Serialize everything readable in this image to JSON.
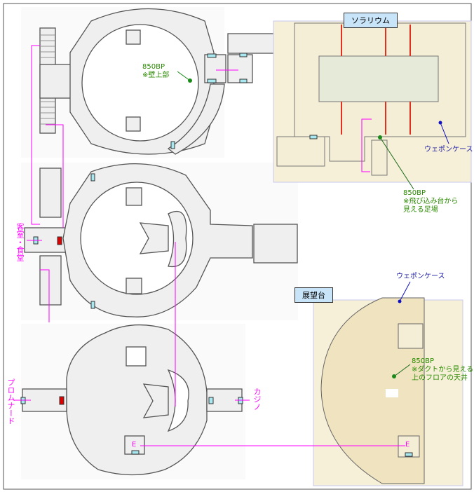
{
  "areas": {
    "solarium": "ソラリウム",
    "observation": "展望台"
  },
  "exits": {
    "guest_rooms": "客室・食堂",
    "promenade": "プロムナード",
    "casino": "カジノ"
  },
  "items": {
    "bp_wall_top": {
      "value": "850BP",
      "note": "※壁上部"
    },
    "bp_solarium": {
      "value": "850BP",
      "note1": "※飛び込み台から",
      "note2": "見える足場"
    },
    "bp_observation": {
      "value": "850BP",
      "note1": "※ダクトから見える",
      "note2": "上のフロアの天井"
    },
    "weapon_case_1": "ウェポンケース",
    "weapon_case_2": "ウェポンケース"
  },
  "markers": {
    "elevator_a": "E",
    "elevator_b": "E"
  },
  "colors": {
    "item": "#1a8a1a",
    "weapon": "#1010c0",
    "link": "#ff00ff",
    "door": "#a8e8f0",
    "locked": "#e00000",
    "zone": "#f7f0d8"
  }
}
